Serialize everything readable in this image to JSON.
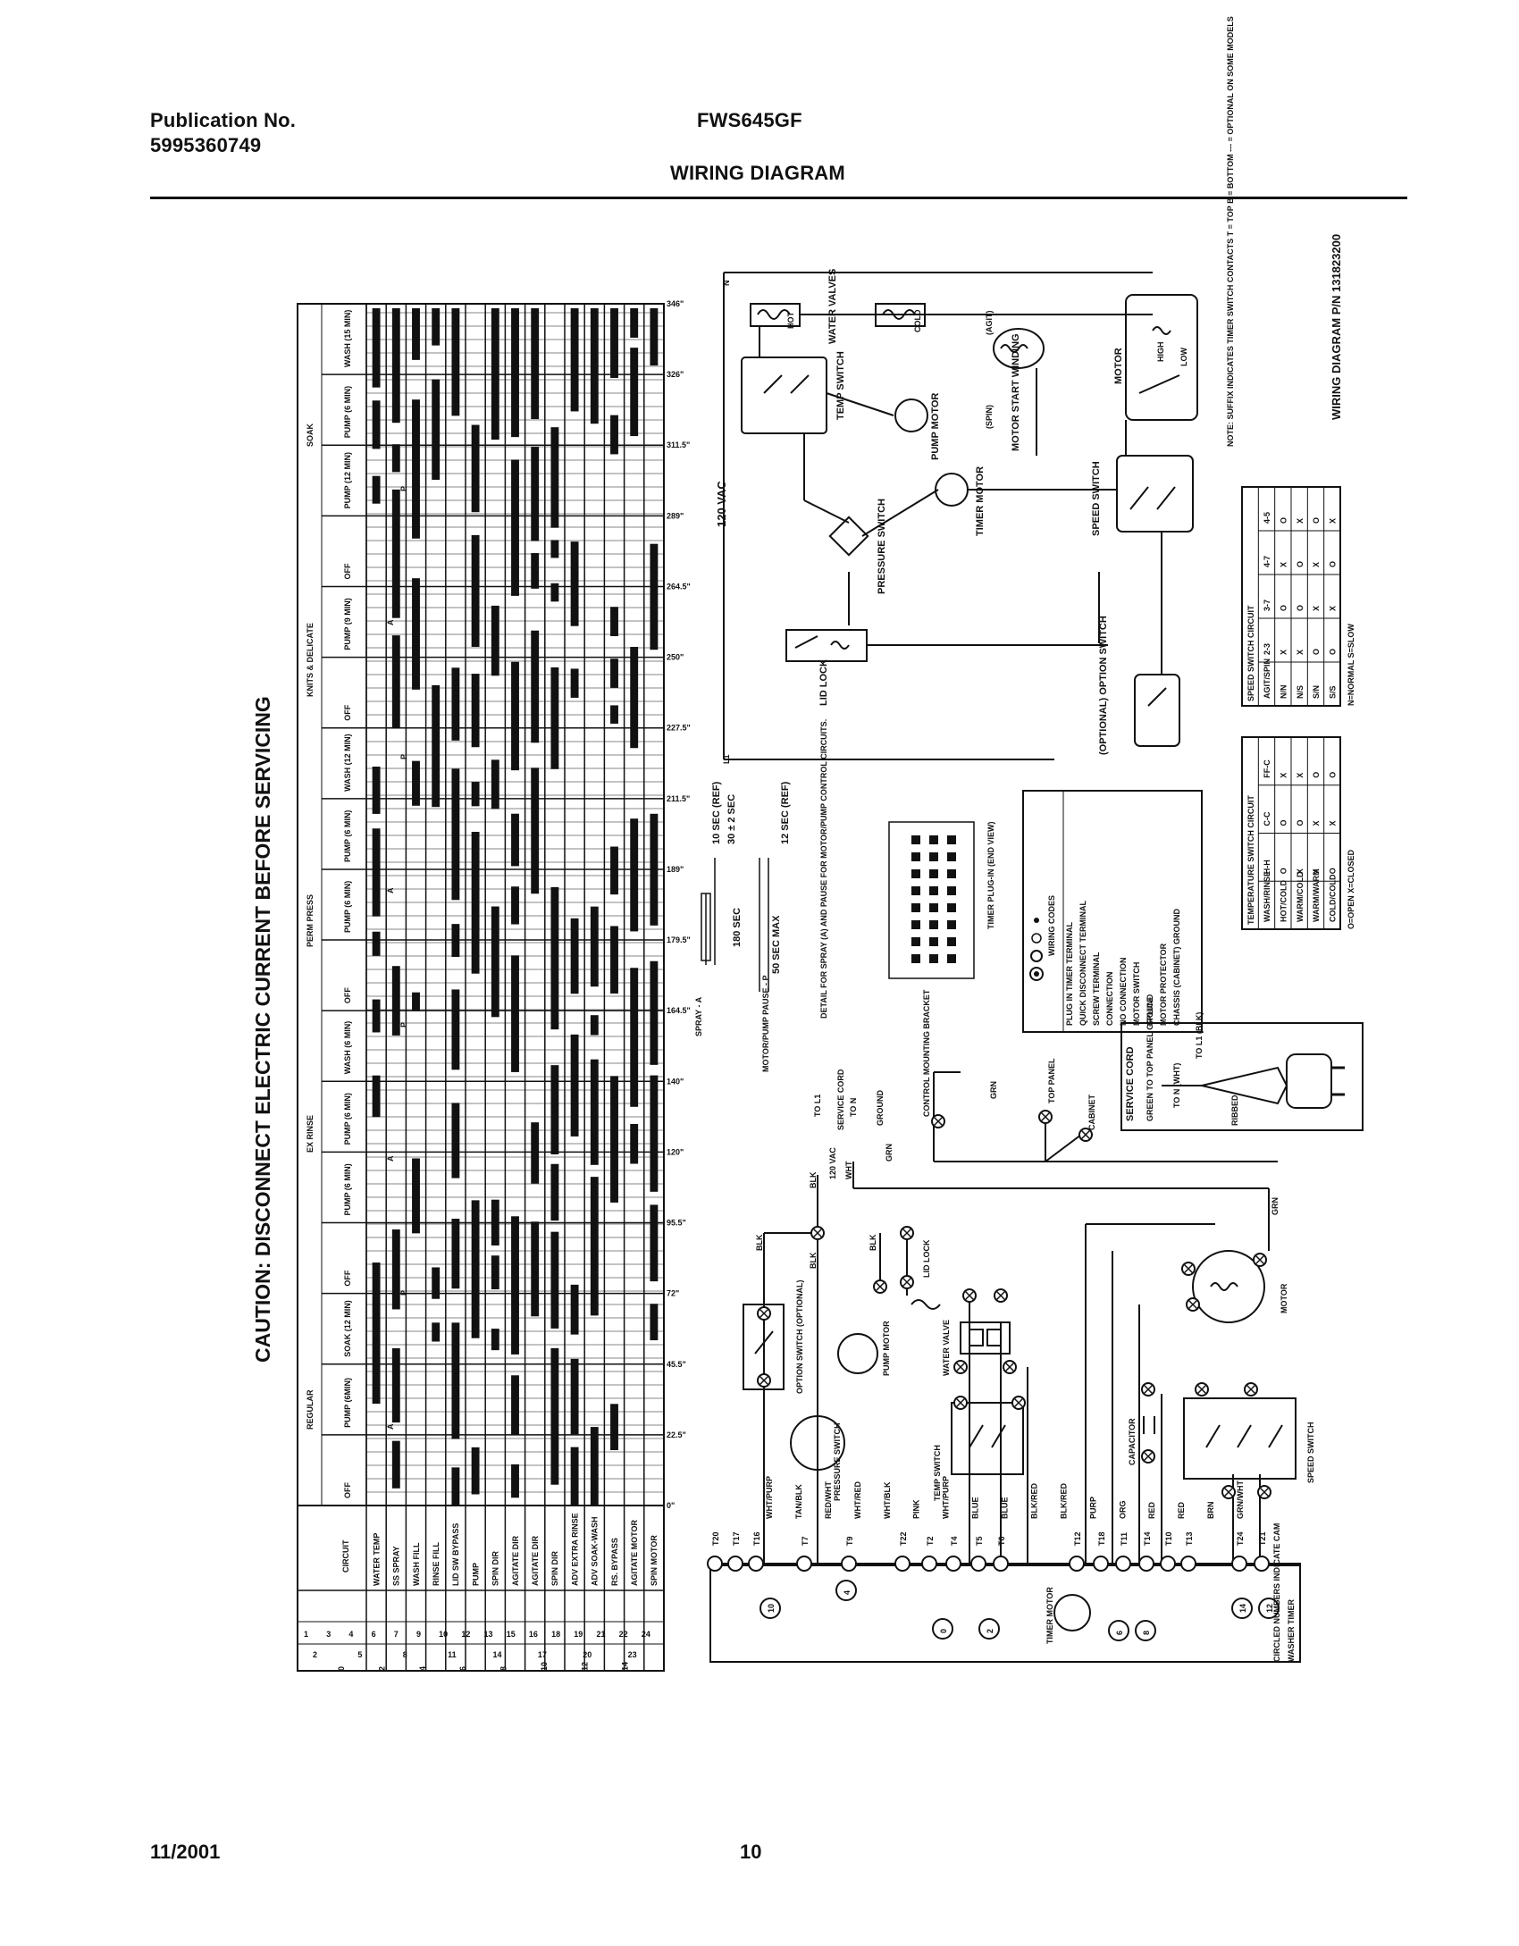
{
  "header": {
    "publication_label": "Publication No.",
    "publication_number": "5995360749",
    "model": "FWS645GF",
    "title": "WIRING DIAGRAM"
  },
  "caution": "CAUTION: DISCONNECT ELECTRIC CURRENT BEFORE SERVICING",
  "timer_chart": {
    "cycles": [
      "REGULAR",
      "EX RINSE",
      "PERM PRESS",
      "KNITS & DELICATE",
      "SOAK"
    ],
    "phases": [
      "WASH (15 MIN)",
      "PUMP (6 MIN)",
      "PUMP (12 MIN)",
      "OFF",
      "PUMP (9 MIN)",
      "OFF",
      "WASH (12 MIN)",
      "PUMP (6 MIN)",
      "PUMP (6 MIN)",
      "OFF",
      "WASH (6 MIN)",
      "PUMP (6 MIN)",
      "PUMP (6 MIN)",
      "OFF",
      "SOAK (12 MIN)",
      "PUMP (6MIN)",
      "OFF"
    ],
    "circuit_header": "CIRCUIT",
    "circuits": [
      "WATER TEMP",
      "SS SPRAY",
      "WASH FILL",
      "RINSE FILL",
      "LID SW BYPASS",
      "PUMP",
      "SPIN DIR",
      "AGITATE DIR",
      "AGITATE DIR",
      "SPIN DIR",
      "ADV EXTRA RINSE",
      "ADV SOAK-WASH",
      "RS. BYPASS",
      "AGITATE MOTOR",
      "SPIN MOTOR"
    ],
    "terminals_a": [
      "1",
      "3",
      "4",
      "6",
      "7",
      "9",
      "10",
      "12",
      "13",
      "15",
      "16",
      "18",
      "19",
      "21",
      "22",
      "24"
    ],
    "terminals_b": [
      "2",
      "5",
      "8",
      "11",
      "14",
      "17",
      "20",
      "23"
    ],
    "cam_numbers": [
      "0",
      "2",
      "4",
      "6",
      "8",
      "10",
      "12",
      "14"
    ],
    "marks": [
      "A",
      "P",
      "A",
      "P",
      "A",
      "P",
      "A",
      "P"
    ],
    "time_marks": [
      "0\"",
      "22.5\"",
      "45.5\"",
      "72\"",
      "95.5\"",
      "120\"",
      "140\"",
      "164.5\"",
      "179.5\"",
      "189\"",
      "211.5\"",
      "227.5\"",
      "250\"",
      "264.5\"",
      "289\"",
      "311.5\"",
      "326\"",
      "346\""
    ]
  },
  "schematic": {
    "line_top": "N",
    "line_bottom": "L1",
    "voltage": "120 VAC",
    "water_valves": "WATER VALVES",
    "hot": "HOT",
    "cold": "COLD",
    "temp_switch": "TEMP SWITCH",
    "pump_motor": "PUMP MOTOR",
    "timer_motor": "TIMER MOTOR",
    "motor_start_winding": "MOTOR START WINDING",
    "motor": "MOTOR",
    "high": "HIGH",
    "low": "LOW",
    "pressure_switch": "PRESSURE SWITCH",
    "lid_lock": "LID LOCK",
    "speed_switch": "SPEED SWITCH",
    "option_switch": "(OPTIONAL) OPTION SWITCH",
    "agit": "(AGIT)",
    "spin": "(SPIN)",
    "note": "NOTE: SUFFIX INDICATES TIMER SWITCH CONTACTS  T = TOP  B = BOTTOM  --- = OPTIONAL ON SOME MODELS",
    "diagram_id": "WIRING DIAGRAM P/N 131823200"
  },
  "speed_table": {
    "title": "SPEED SWITCH CIRCUIT",
    "columns": [
      "AGIT/SPIN",
      "2-3",
      "3-7",
      "4-7",
      "4-5"
    ],
    "rows": [
      [
        "N/N",
        "X",
        "O",
        "X",
        "O"
      ],
      [
        "N/S",
        "X",
        "O",
        "O",
        "X"
      ],
      [
        "S/N",
        "O",
        "X",
        "X",
        "O"
      ],
      [
        "S/S",
        "O",
        "X",
        "O",
        "X"
      ]
    ],
    "legend": "N=NORMAL  S=SLOW"
  },
  "temp_table": {
    "title": "TEMPERATURE SWITCH CIRCUIT",
    "columns": [
      "WASH/RINSE",
      "H-H",
      "C-C",
      "FF-C"
    ],
    "rows": [
      [
        "HOT/COLD",
        "O",
        "O",
        "X"
      ],
      [
        "WARM/COLD",
        "X",
        "O",
        "X"
      ],
      [
        "WARM/WARM",
        "X",
        "X",
        "O"
      ],
      [
        "COLD/COLD",
        "O",
        "X",
        "O"
      ]
    ],
    "legend": "O=OPEN  X=CLOSED"
  },
  "wiring_codes": {
    "title": "WIRING CODES",
    "items": [
      "PLUG IN TIMER TERMINAL",
      "QUICK DISCONNECT TERMINAL",
      "SCREW TERMINAL",
      "CONNECTION",
      "NO CONNECTION",
      "MOTOR SWITCH",
      "SPLICE",
      "MOTOR PROTECTOR",
      "CHASSIS (CABINET) GROUND"
    ]
  },
  "timing_detail": {
    "labels": [
      "10 SEC (REF)",
      "30 ± 2 SEC",
      "12 SEC (REF)",
      "180 SEC",
      "50 SEC MAX"
    ],
    "spray": "SPRAY - A",
    "pause": "MOTOR/PUMP PAUSE - P",
    "note": "DETAIL FOR SPRAY (A) AND PAUSE FOR MOTOR/PUMP CONTROL CIRCUITS."
  },
  "timer_plug": "TIMER PLUG-IN (END VIEW)",
  "service_cord": {
    "title": "SERVICE CORD",
    "green": "GREEN TO TOP PANEL GROUND",
    "to_n": "TO N (WHT)",
    "to_l1": "TO L1 (BLK)",
    "ribbed": "RIBBED"
  },
  "pictorial": {
    "to_l1": "TO L1",
    "to_n": "TO N",
    "service_cord": "SERVICE CORD",
    "vac": "120 VAC",
    "ground": "GROUND",
    "control_bracket": "CONTROL MOUNTING BRACKET",
    "top_panel": "TOP PANEL",
    "cabinet": "CABINET",
    "grn": "GRN",
    "blk": "BLK",
    "wht": "WHT",
    "lid_lock": "LID LOCK",
    "option_switch": "OPTION SWITCH (OPTIONAL)",
    "pump_motor": "PUMP MOTOR",
    "water_valve": "WATER VALVE",
    "pressure_switch": "PRESSURE SWITCH",
    "temp_switch": "TEMP SWITCH",
    "capacitor": "CAPACITOR",
    "motor": "MOTOR",
    "speed_switch": "SPEED SWITCH",
    "timer_motor": "TIMER MOTOR",
    "washer_timer": "WASHER TIMER",
    "circled_note": "CIRCLED NUMBERS INDICATE CAM",
    "wire_labels": [
      "WHT/PURP",
      "TAN/BLK",
      "RED/WHT",
      "WHT/RED",
      "WHT/BLK",
      "PINK",
      "WHT/PURP",
      "BLUE",
      "BLUE",
      "BLK/RED",
      "BLK/RED",
      "PURP",
      "ORG",
      "RED",
      "RED",
      "BRN",
      "GRN/WHT"
    ],
    "terminals": [
      "T20",
      "T17",
      "T16",
      "T7",
      "T9",
      "T22",
      "T2",
      "T4",
      "T5",
      "T6",
      "T12",
      "T18",
      "T11",
      "T14",
      "T10",
      "T13",
      "T24",
      "T21"
    ],
    "cams": [
      "10",
      "4",
      "0",
      "2",
      "6",
      "8",
      "14",
      "12"
    ]
  },
  "footer": {
    "date": "11/2001",
    "page": "10"
  }
}
